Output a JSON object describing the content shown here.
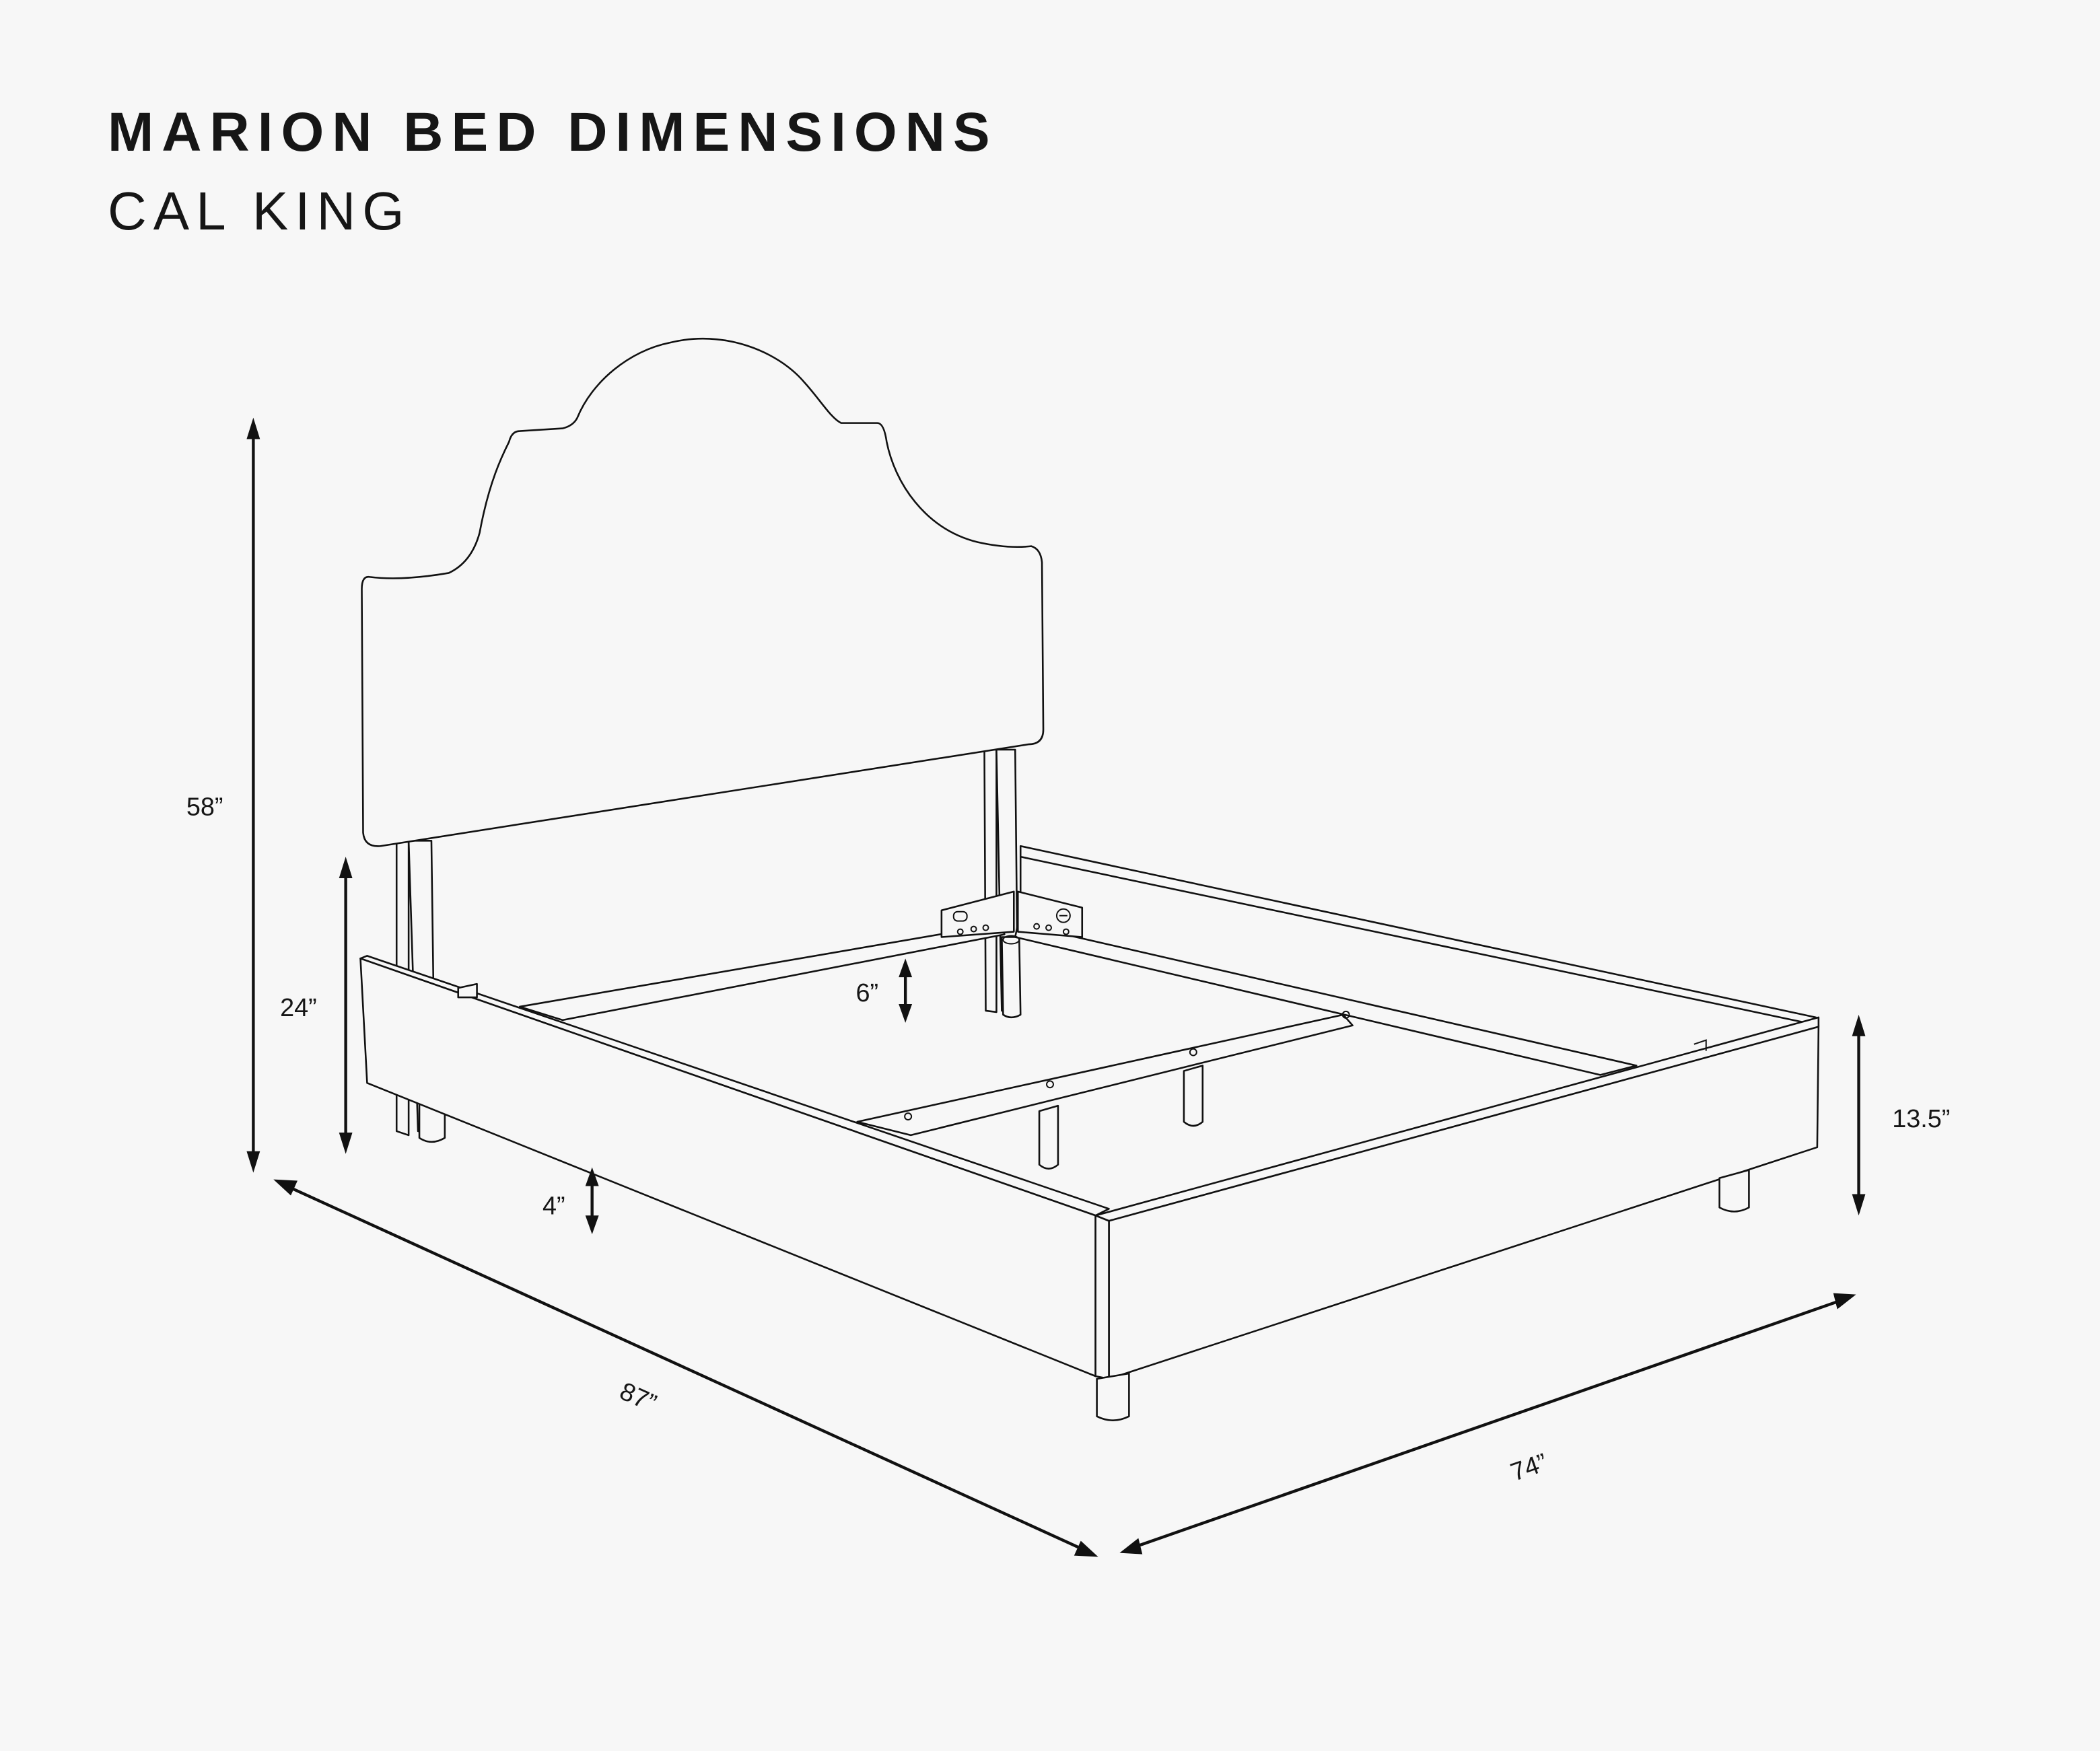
{
  "header": {
    "title": "MARION BED DIMENSIONS",
    "subtitle": "CAL KING"
  },
  "dimensions": {
    "overall_height": "58”",
    "headboard_clearance": "24”",
    "slat_clearance": "6”",
    "leg_height": "4”",
    "rail_height": "13.5”",
    "length": "87”",
    "width": "74”"
  },
  "colors": {
    "background": "#f7f7f7",
    "line": "#111111"
  }
}
